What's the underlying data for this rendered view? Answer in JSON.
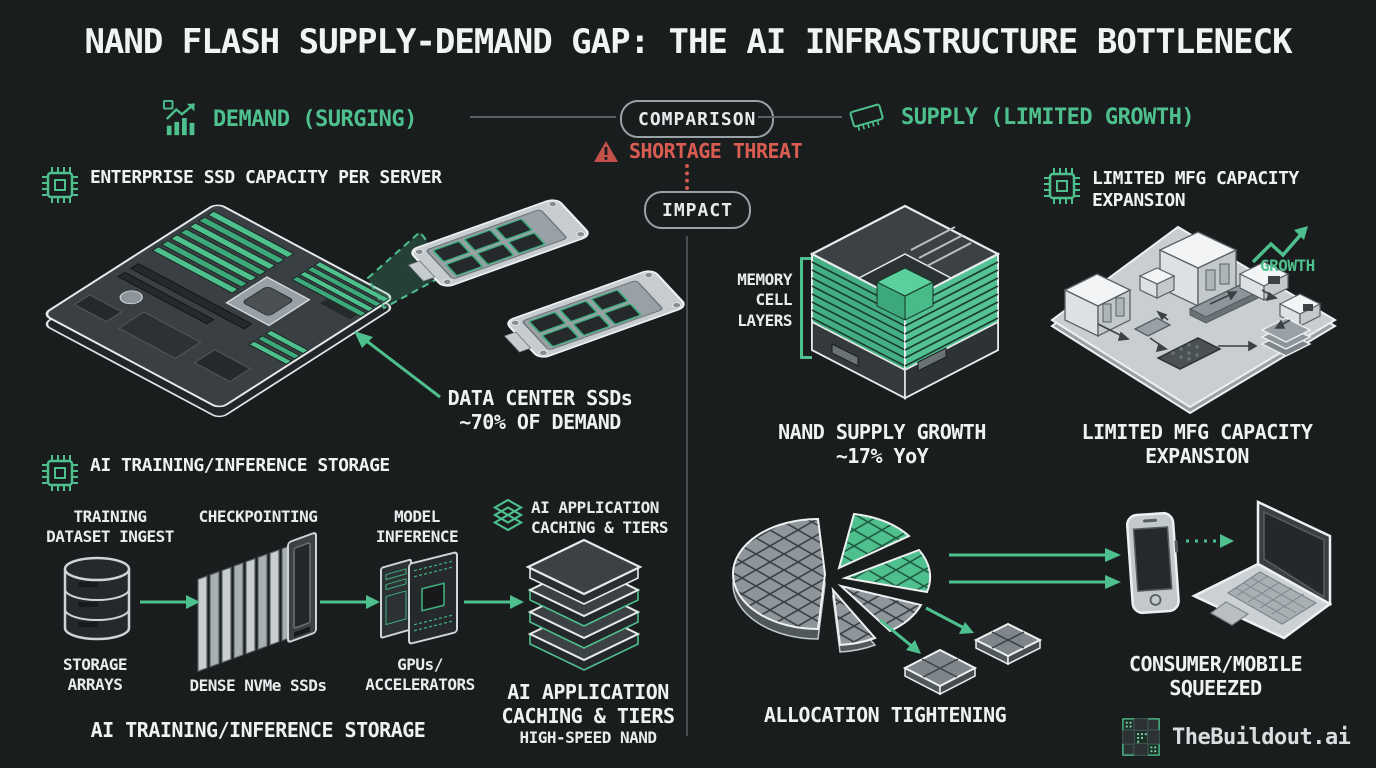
{
  "title": "NAND FLASH SUPPLY-DEMAND GAP: THE AI INFRASTRUCTURE BOTTLENECK",
  "colors": {
    "background": "#1a1d1e",
    "accent_green": "#4ec08d",
    "alert_red": "#d95c52",
    "text_white": "#f0f2f2",
    "pill_border": "#99a2a6"
  },
  "header": {
    "demand_label": "DEMAND (SURGING)",
    "supply_label": "SUPPLY (LIMITED GROWTH)",
    "comparison_badge": "COMPARISON",
    "shortage_label": "SHORTAGE THREAT",
    "impact_badge": "IMPACT"
  },
  "demand": {
    "enterprise_heading": "ENTERPRISE SSD CAPACITY PER SERVER",
    "ssd_callout": "DATA CENTER SSDs\n~70% OF DEMAND",
    "ai_heading": "AI TRAINING/INFERENCE STORAGE",
    "flow": [
      {
        "top": "TRAINING\nDATASET INGEST",
        "bottom": "STORAGE\nARRAYS"
      },
      {
        "top": "CHECKPOINTING",
        "bottom": "DENSE NVMe SSDs"
      },
      {
        "top": "MODEL\nINFERENCE",
        "bottom": "GPUs/\nACCELERATORS"
      },
      {
        "top": "AI APPLICATION\nCACHING & TIERS",
        "bottom": "AI APPLICATION\nCACHING & TIERS",
        "bottom_sub": "HIGH-SPEED NAND"
      }
    ],
    "caption": "AI TRAINING/INFERENCE STORAGE"
  },
  "supply": {
    "memory_layers_label": "MEMORY\nCELL\nLAYERS",
    "nand_caption": "NAND SUPPLY GROWTH\n~17% YoY",
    "mfg_heading": "LIMITED MFG CAPACITY\nEXPANSION",
    "growth_label": "GROWTH",
    "mfg_caption": "LIMITED MFG CAPACITY\nEXPANSION",
    "allocation_caption": "ALLOCATION TIGHTENING",
    "consumer_caption": "CONSUMER/MOBILE\nSQUEEZED"
  },
  "footer": {
    "brand": "TheBuildout.ai"
  },
  "icons": {
    "demand": "bar-chart-growth-icon",
    "supply": "memory-chip-icon",
    "shortage": "warning-triangle-icon",
    "section": "cpu-chip-icon",
    "caching": "layers-icon",
    "brand": "die-grid-icon"
  }
}
